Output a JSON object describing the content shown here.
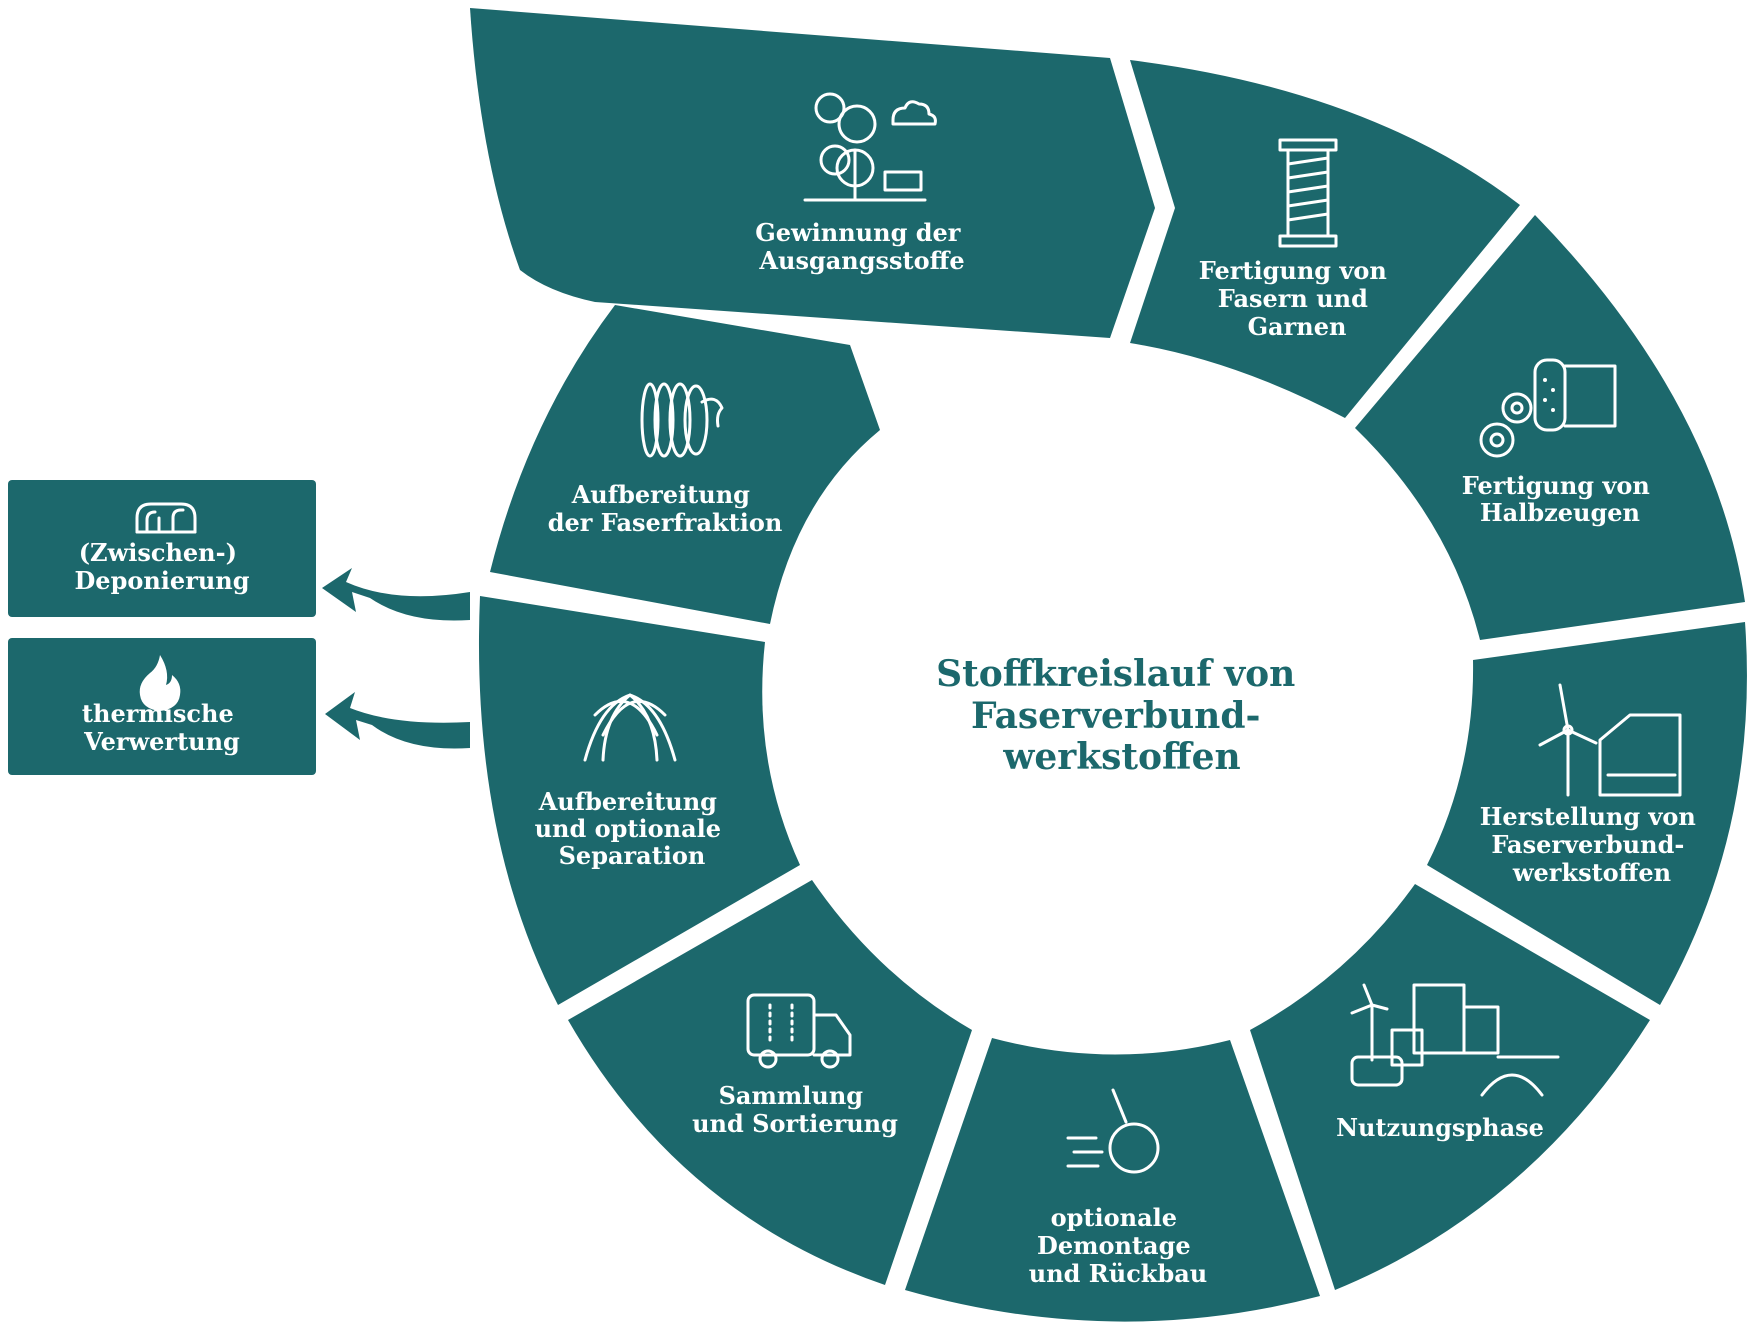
{
  "title_lines": [
    "Stoffkreislauf von",
    "Faserverbund-",
    "werkstoffen"
  ],
  "colors": {
    "segment": "#1c686c",
    "text_on_segment": "#ffffff",
    "center_text": "#1c686c",
    "background": "#ffffff"
  },
  "segments": [
    {
      "id": "gewinnung",
      "icon": "tree-bench-cloud-icon",
      "lines": [
        "Gewinnung der",
        "Ausgangsstoffe"
      ]
    },
    {
      "id": "fasern",
      "icon": "yarn-spool-icon",
      "lines": [
        "Fertigung von",
        "Fasern und",
        "Garnen"
      ]
    },
    {
      "id": "halbzeuge",
      "icon": "fabric-roll-gears-icon",
      "lines": [
        "Fertigung von",
        "Halbzeugen"
      ]
    },
    {
      "id": "herstellung",
      "icon": "wind-turbine-car-part-icon",
      "lines": [
        "Herstellung von",
        "Faserverbund-",
        "werkstoffen"
      ]
    },
    {
      "id": "nutzung",
      "icon": "city-car-bridge-icon",
      "lines": [
        "Nutzungsphase"
      ]
    },
    {
      "id": "demontage",
      "icon": "wrecking-ball-icon",
      "lines": [
        "optionale",
        "Demontage",
        "und Rückbau"
      ]
    },
    {
      "id": "sammlung",
      "icon": "garbage-truck-icon",
      "lines": [
        "Sammlung",
        "und Sortierung"
      ]
    },
    {
      "id": "separation",
      "icon": "splitting-roads-icon",
      "lines": [
        "Aufbereitung",
        "und optionale",
        "Separation"
      ]
    },
    {
      "id": "faserfraktion",
      "icon": "fiber-bundle-icon",
      "lines": [
        "Aufbereitung",
        "der Faserfraktion"
      ]
    }
  ],
  "side_boxes": [
    {
      "id": "deponierung",
      "icon": "storage-hall-icon",
      "lines": [
        "(Zwischen-)",
        "Deponierung"
      ]
    },
    {
      "id": "thermisch",
      "icon": "flame-icon",
      "lines": [
        "thermische",
        "Verwertung"
      ]
    }
  ]
}
